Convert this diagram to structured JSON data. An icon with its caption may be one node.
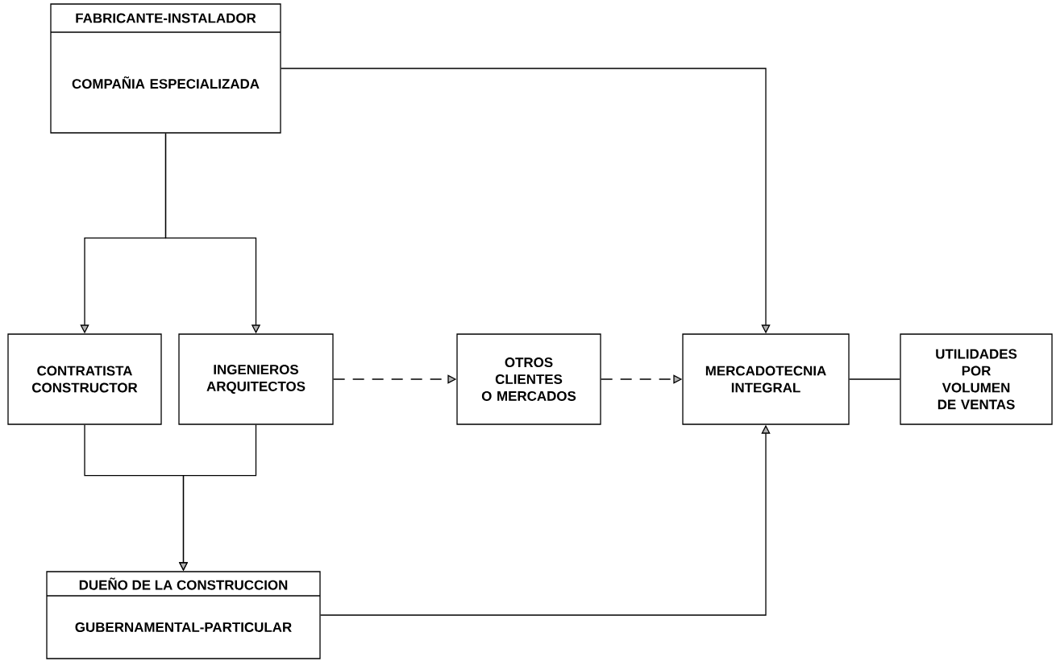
{
  "diagram": {
    "nodes": [
      {
        "text": [
          "FABRICANTE-INSTALADOR",
          "COMPAÑIA ESPECIALIZADA"
        ]
      },
      {
        "text": [
          "CONTRATISTA CONSTRUCTOR"
        ]
      },
      {
        "text": [
          "INGENIEROS ARQUITECTOS"
        ]
      },
      {
        "text": [
          "OTROS CLIENTES O MERCADOS"
        ]
      },
      {
        "text": [
          "MERCADOTECNIA INTEGRAL"
        ]
      },
      {
        "text": [
          "UTILIDADES POR VOLUMEN DE VENTAS"
        ]
      },
      {
        "text": [
          "DUEÑO DE LA CONSTRUCCION",
          "GUBERNAMENTAL-PARTICULAR"
        ]
      }
    ],
    "edges": [
      {
        "from": 0,
        "to": 1,
        "arrow": "to"
      },
      {
        "from": 0,
        "to": 2,
        "arrow": "to"
      },
      {
        "from": 0,
        "to": 4,
        "arrow": "to"
      },
      {
        "from": 2,
        "to": 3,
        "arrow": "to",
        "style": "dashed"
      },
      {
        "from": 3,
        "to": 4,
        "arrow": "to",
        "style": "dashed"
      },
      {
        "from": 4,
        "to": 5,
        "arrow": "none"
      },
      {
        "from": 1,
        "to": 6,
        "arrow": "to"
      },
      {
        "from": 2,
        "to": 6,
        "arrow": "to"
      },
      {
        "from": 6,
        "to": 4,
        "arrow": "to"
      }
    ]
  }
}
